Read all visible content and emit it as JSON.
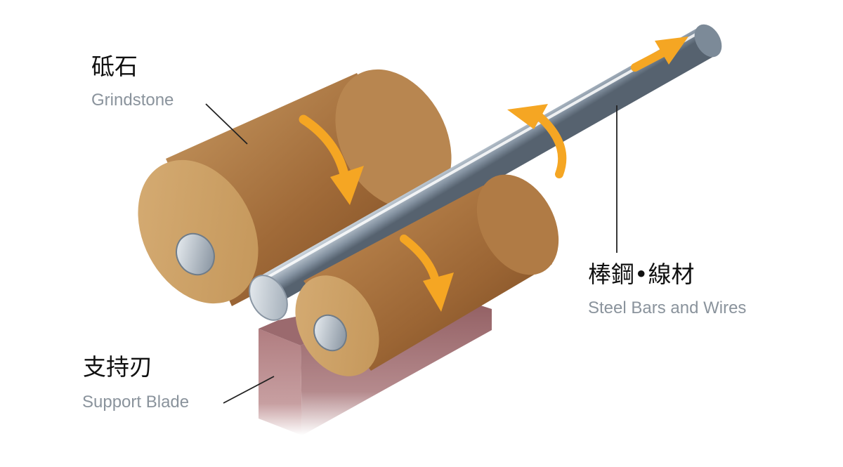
{
  "labels": {
    "grindstone": {
      "jp": "砥石",
      "en": "Grindstone"
    },
    "support_blade": {
      "jp": "支持刃",
      "en": "Support Blade"
    },
    "steel_bars": {
      "jp": "棒鋼•線材",
      "en": "Steel Bars and Wires"
    }
  },
  "colors": {
    "stone_light": "#c9a06a",
    "stone_mid": "#a8733f",
    "stone_dark": "#7a4b22",
    "blade": "#b8868a",
    "steel_light": "#e8eef4",
    "steel_dark": "#5f6f80",
    "arrow": "#f5a623",
    "leader": "#222222"
  }
}
